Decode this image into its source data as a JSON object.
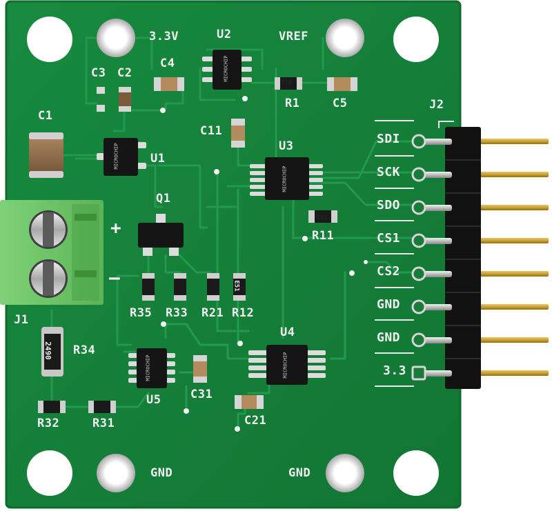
{
  "board": {
    "colors": {
      "pcb": "#15803a",
      "trace": "#1b8c43",
      "silk": "#f2f2f2",
      "header": "#111111",
      "pin": "#c9a233",
      "terminal": "#6fc56a"
    }
  },
  "labels": {
    "v33": "3.3V",
    "u2": "U2",
    "vref": "VREF",
    "c4": "C4",
    "c3": "C3",
    "c2": "C2",
    "c1": "C1",
    "r1": "R1",
    "c5": "C5",
    "j2": "J2",
    "c11": "C11",
    "u3": "U3",
    "u1": "U1",
    "q1": "Q1",
    "plus": "+",
    "minus": "–",
    "r11": "R11",
    "j1": "J1",
    "r35": "R35",
    "r33": "R33",
    "r21": "R21",
    "r12": "R12",
    "r34": "R34",
    "u4": "U4",
    "u5": "U5",
    "c31": "C31",
    "r32": "R32",
    "r31": "R31",
    "c21": "C21",
    "gnd_left": "GND",
    "gnd_right": "GND"
  },
  "pins": [
    "SDI",
    "SCK",
    "SDO",
    "CS1",
    "CS2",
    "GND",
    "GND",
    "3.3"
  ],
  "parts": {
    "r1_code": "510",
    "r34_code": "2490",
    "r12_code": "E51",
    "r11_code": "101",
    "chip_logo": "MICROCHIP"
  }
}
